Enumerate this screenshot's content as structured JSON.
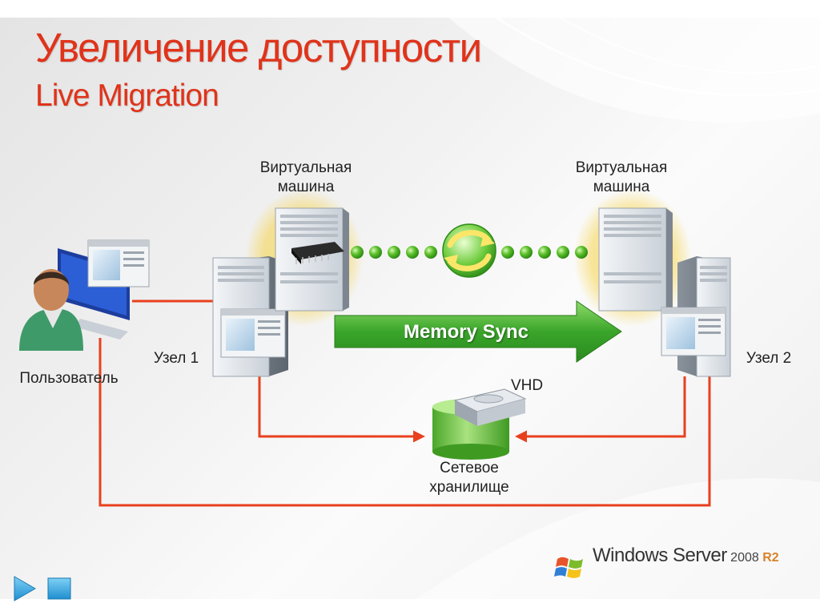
{
  "slide": {
    "title": "Увеличение доступности",
    "subtitle": "Live Migration"
  },
  "labels": {
    "vm_left": "Виртуальная машина",
    "vm_right": "Виртуальная машина",
    "node1": "Узел 1",
    "node2": "Узел 2",
    "user": "Пользователь",
    "vhd": "VHD",
    "storage": "Сетевое хранилище",
    "memory_sync": "Memory Sync"
  },
  "logo": {
    "brand": "Windows Server",
    "version": "2008",
    "release": "R2"
  },
  "colors": {
    "title": "#e0331a",
    "connector": "#e8401e",
    "memory_sync_arrow": "#3aa52a",
    "sync_dots": "#5cc22a",
    "vm_glow": "#f5d54a",
    "storage_cylinder": "#6cc240"
  },
  "icons": {
    "user": "user-icon",
    "sync": "sync-icon",
    "memory_chip": "memory-chip-icon",
    "storage": "storage-icon",
    "nav_next": "play-icon",
    "nav_stop": "stop-icon"
  }
}
